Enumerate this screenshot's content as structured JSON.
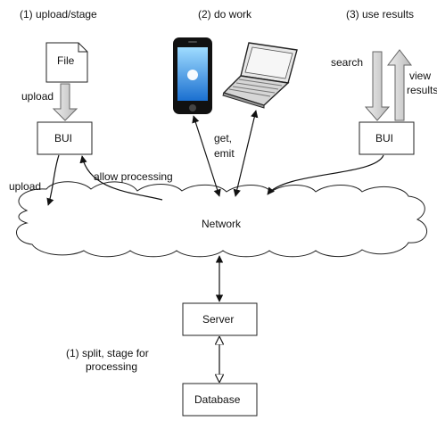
{
  "phases": {
    "upload": "(1) upload/stage",
    "work": "(2) do work",
    "results": "(3) use results"
  },
  "nodes": {
    "file": "File",
    "bui_left": "BUI",
    "bui_right": "BUI",
    "network": "Network",
    "server": "Server",
    "database": "Database"
  },
  "edges": {
    "upload_file": "upload",
    "upload_network": "upload",
    "allow_processing": "allow processing",
    "get": "get,",
    "emit": "emit",
    "search": "search",
    "view": "view",
    "results": "results"
  },
  "notes": {
    "split_line1": "(1) split, stage for",
    "split_line2": "processing"
  },
  "icons": [
    "file-icon",
    "smartphone-icon",
    "laptop-icon",
    "cloud-icon"
  ]
}
